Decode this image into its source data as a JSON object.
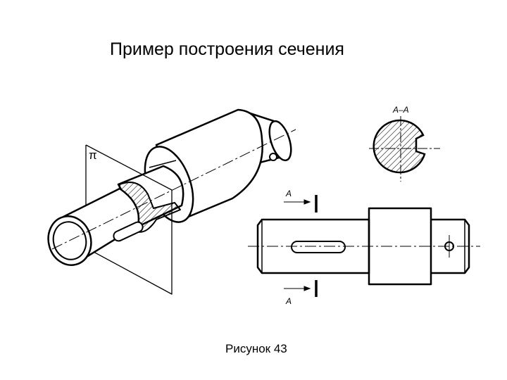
{
  "title": "Пример построения сечения",
  "caption": "Рисунок 43",
  "plane_symbol": "π",
  "section_label": "А–А",
  "cut_mark_top": "А",
  "cut_mark_bottom": "А",
  "colors": {
    "ink": "#000000",
    "paper": "#ffffff"
  }
}
